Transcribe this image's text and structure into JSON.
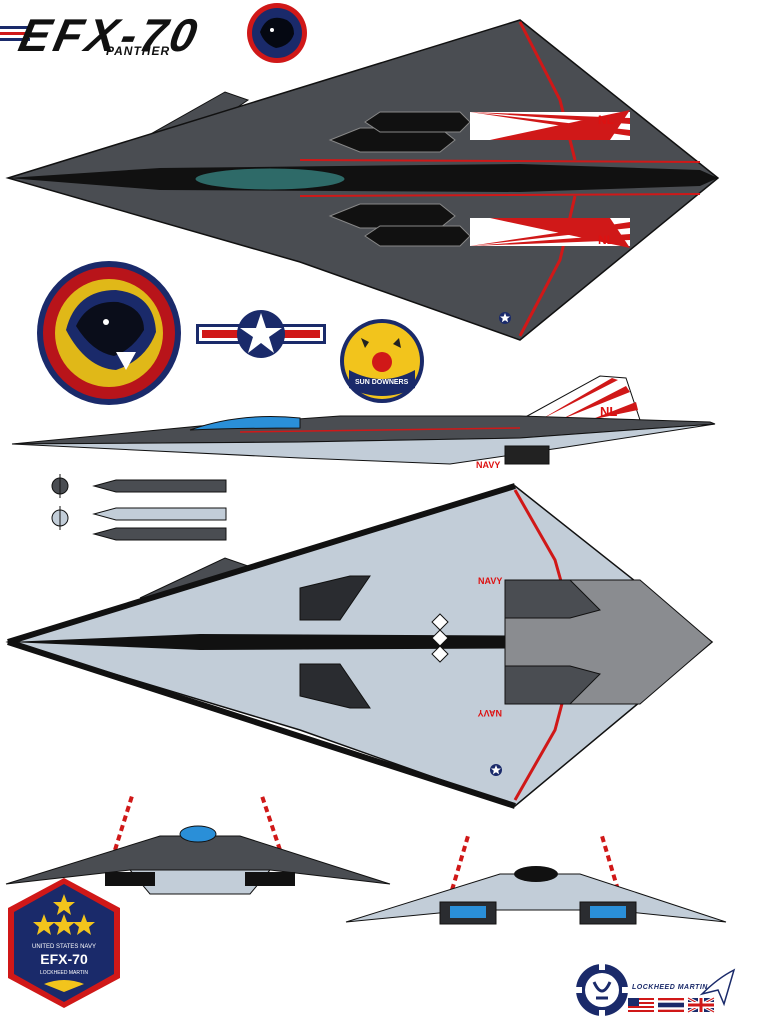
{
  "header": {
    "title": "EFX-70",
    "subtitle": "PANTHER"
  },
  "markings": {
    "tail_code": "NL",
    "navy_label": "NAVY",
    "squadron_name": "SUN DOWNERS",
    "badge_line_1": "UNITED STATES NAVY",
    "badge_title": "EFX-70",
    "badge_line_2": "LOCKHEED MARTIN",
    "manufacturer": "LOCKHEED MARTIN"
  },
  "colors": {
    "dark_grey": "#4a4d52",
    "black_stripe": "#111111",
    "accent_red": "#d01818",
    "light_grey_blue": "#c2cdd8",
    "canopy_teal": "#2e6a68",
    "canopy_blue": "#2a8fd8",
    "navy_blue": "#1a2a6a"
  }
}
